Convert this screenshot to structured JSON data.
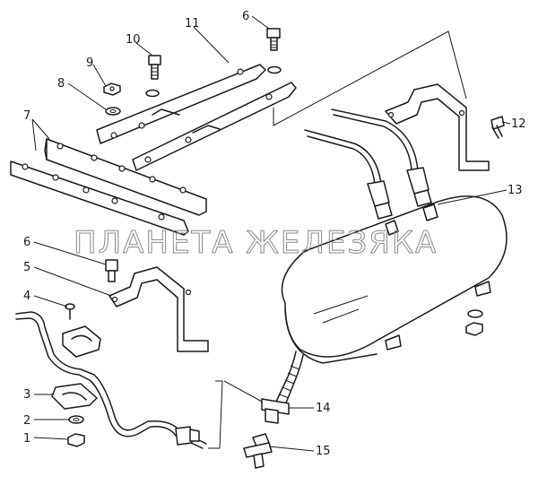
{
  "watermark": "ПЛАНЕТА ЖЕЛЕЗЯКА",
  "callouts": [
    {
      "id": "c1",
      "label": "1"
    },
    {
      "id": "c2",
      "label": "2"
    },
    {
      "id": "c3",
      "label": "3"
    },
    {
      "id": "c4",
      "label": "4"
    },
    {
      "id": "c5",
      "label": "5"
    },
    {
      "id": "c6a",
      "label": "6"
    },
    {
      "id": "c6b",
      "label": "6"
    },
    {
      "id": "c7",
      "label": "7"
    },
    {
      "id": "c8",
      "label": "8"
    },
    {
      "id": "c9",
      "label": "9"
    },
    {
      "id": "c10",
      "label": "10"
    },
    {
      "id": "c11",
      "label": "11"
    },
    {
      "id": "c12",
      "label": "12"
    },
    {
      "id": "c13",
      "label": "13"
    },
    {
      "id": "c14",
      "label": "14"
    },
    {
      "id": "c15",
      "label": "15"
    }
  ]
}
